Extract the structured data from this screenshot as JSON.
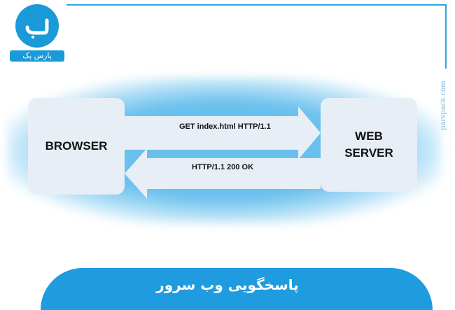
{
  "brand": {
    "logo_label": "پارس پک",
    "watermark": "parspack.com"
  },
  "diagram": {
    "browser_label": "BROWSER",
    "server_label_line1": "WEB",
    "server_label_line2": "SERVER",
    "request_label": "GET index.html HTTP/1.1",
    "response_label": "HTTP/1.1 200 OK"
  },
  "banner": {
    "title": "پاسخگویی وب سرور"
  },
  "colors": {
    "brand_blue": "#1a9ad9",
    "glow_blue": "#5ab9eb",
    "box_fill": "#e8eef5",
    "arrow_fill": "#e8eef5"
  }
}
